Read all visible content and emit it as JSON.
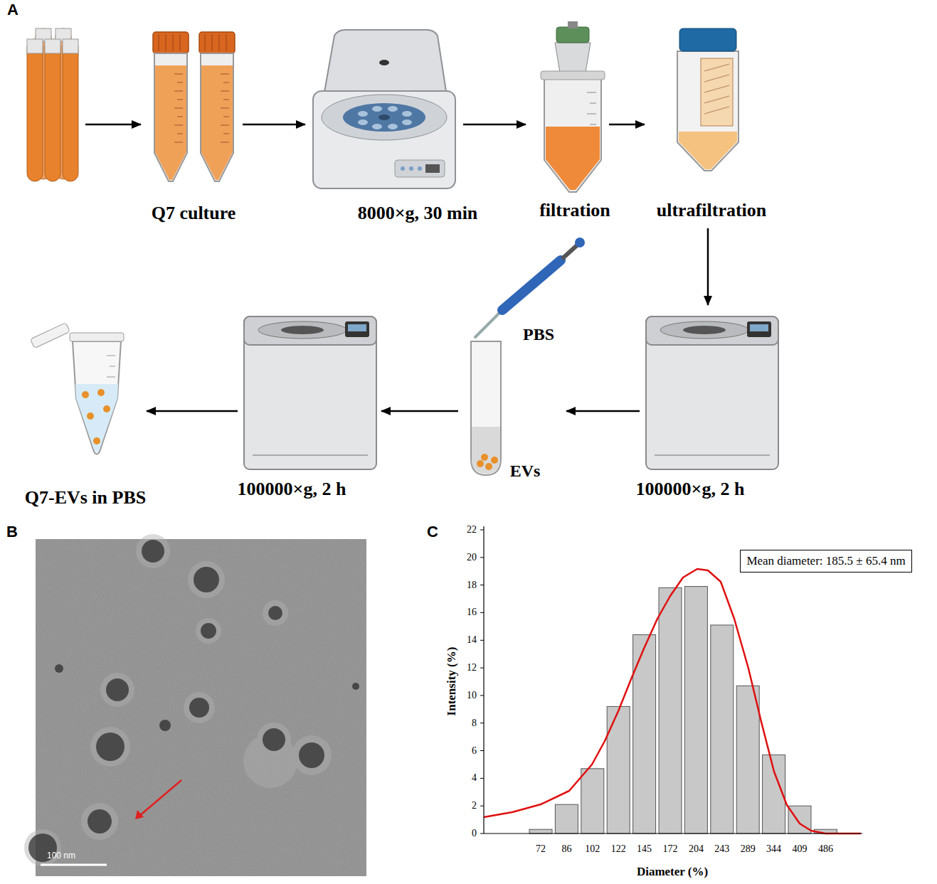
{
  "diagram": {
    "nodes": [
      {
        "text": [
          "Q7 culture"
        ]
      },
      {
        "text": [
          "8000×g, 30 min"
        ]
      },
      {
        "text": [
          "filtration"
        ]
      },
      {
        "text": [
          "ultrafiltration"
        ]
      },
      {
        "text": [
          "100000×g, 2 h"
        ]
      },
      {
        "text": [
          "PBS",
          "EVs"
        ]
      },
      {
        "text": [
          "100000×g, 2 h"
        ]
      },
      {
        "text": [
          "Q7-EVs in PBS"
        ]
      },
      {
        "text": [
          "Mean diameter: 185.5 ± 65.4 nm"
        ]
      }
    ],
    "edges": [
      {
        "from": 0,
        "to": 1,
        "arrow": "to"
      },
      {
        "from": 1,
        "to": 2,
        "arrow": "to"
      },
      {
        "from": 2,
        "to": 3,
        "arrow": "to"
      },
      {
        "from": 3,
        "to": 4,
        "arrow": "to"
      },
      {
        "from": 4,
        "to": 5,
        "arrow": "to"
      },
      {
        "from": 5,
        "to": 6,
        "arrow": "to"
      },
      {
        "from": 6,
        "to": 7,
        "arrow": "to"
      }
    ],
    "labels": [
      "A",
      "B",
      "C",
      "100 nm",
      "Intensity (%)",
      "0",
      "2",
      "4",
      "6",
      "8",
      "10",
      "12",
      "14",
      "16",
      "18",
      "20",
      "22",
      "Diameter (%)",
      "72",
      "86",
      "102",
      "122",
      "145",
      "172",
      "204",
      "243",
      "289",
      "344",
      "409",
      "486"
    ]
  }
}
